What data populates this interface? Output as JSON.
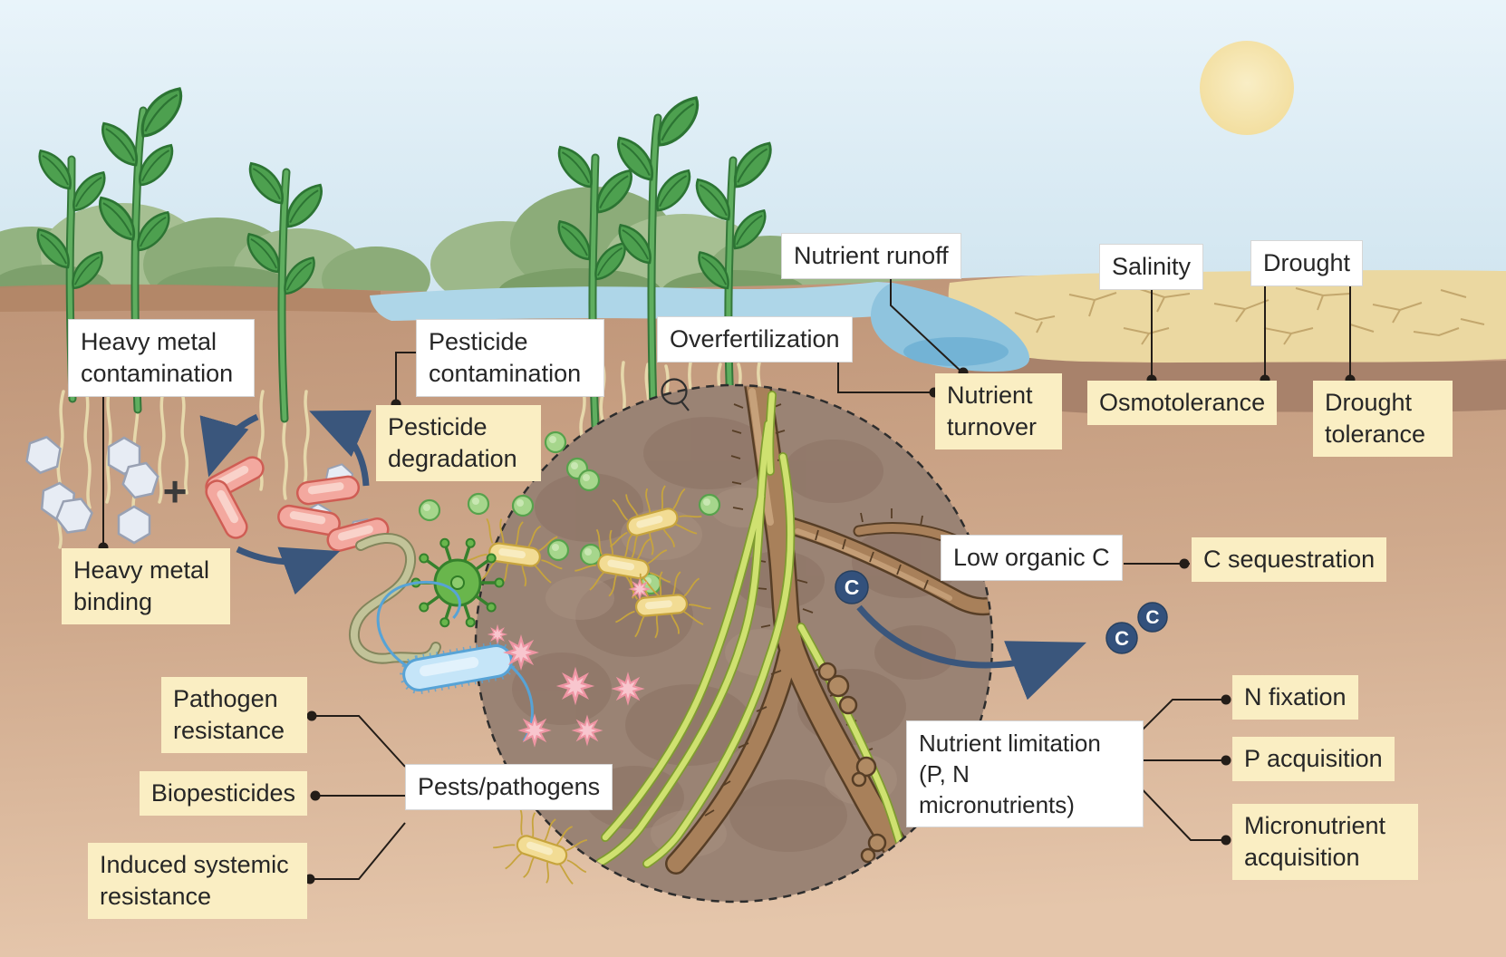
{
  "labels": {
    "heavy_metal_contamination": "Heavy metal contamination",
    "pesticide_contamination": "Pesticide contamination",
    "overfertilization": "Overfertilization",
    "nutrient_runoff": "Nutrient runoff",
    "salinity": "Salinity",
    "drought": "Drought",
    "low_organic_c": "Low organic C",
    "nutrient_limitation": "Nutrient limitation (P, N micronutrients)",
    "pests_pathogens": "Pests/pathogens",
    "heavy_metal_binding": "Heavy metal binding",
    "pesticide_degradation": "Pesticide degradation",
    "nutrient_turnover": "Nutrient turnover",
    "osmotolerance": "Osmotolerance",
    "drought_tolerance": "Drought tolerance",
    "c_sequestration": "C sequestration",
    "n_fixation": "N fixation",
    "p_acquisition": "P acquisition",
    "micronutrient_acquisition": "Micronutrient acquisition",
    "pathogen_resistance": "Pathogen resistance",
    "biopesticides": "Biopesticides",
    "induced_systemic_resistance": "Induced systemic resistance"
  },
  "symbols": {
    "carbon": "C",
    "plus": "+"
  },
  "colors": {
    "sky": "#ddeef7",
    "soil": "#c9a184",
    "dry_soil": "#ebd8a1",
    "water": "#aed6e8",
    "zoom_circle_soil": "#9a8374",
    "accent_navy": "#3a567c",
    "box_white": "#ffffff",
    "box_yellow": "#faeec3",
    "hyphae_green": "#cfe170",
    "label_text": "#262626"
  }
}
